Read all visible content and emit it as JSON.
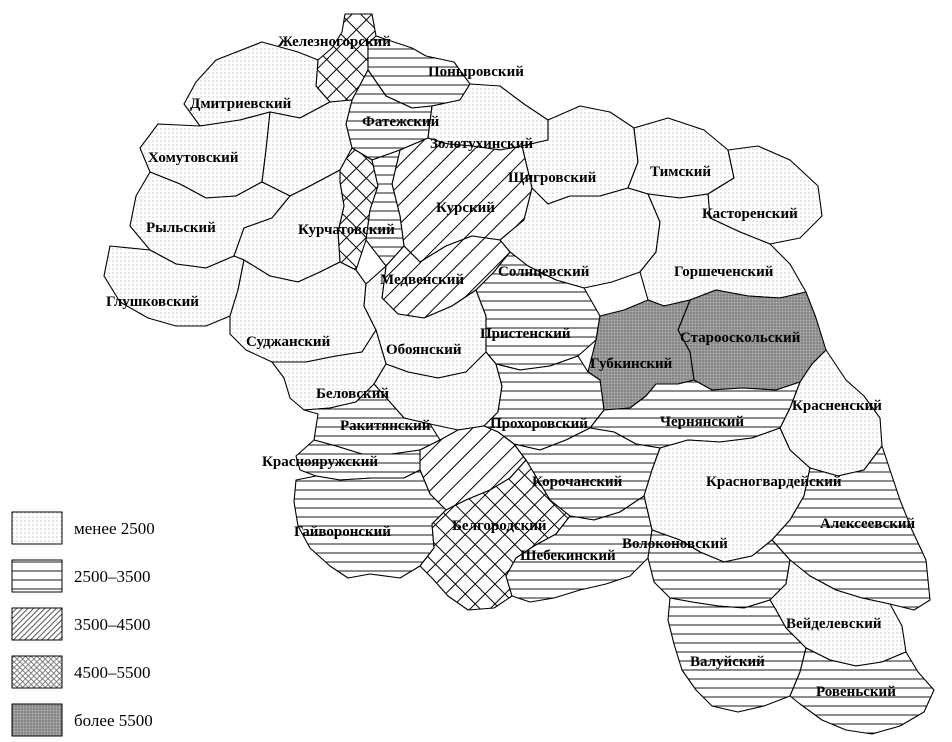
{
  "map": {
    "regions": [
      {
        "id": "zheleznogorsky",
        "name": "Железногорский",
        "category": "4500–5500"
      },
      {
        "id": "ponyrovsky",
        "name": "Поныровский",
        "category": "2500–3500"
      },
      {
        "id": "dmitrievsky",
        "name": "Дмитриевский",
        "category": "менее 2500"
      },
      {
        "id": "fatezhsky",
        "name": "Фатежский",
        "category": "2500–3500"
      },
      {
        "id": "zolotukhinsky",
        "name": "Золотухинский",
        "category": "менее 2500"
      },
      {
        "id": "khomutovsky",
        "name": "Хомутовский",
        "category": "менее 2500"
      },
      {
        "id": "timsky",
        "name": "Тимский",
        "category": "менее 2500"
      },
      {
        "id": "shchigrovsky",
        "name": "Щигровский",
        "category": "менее 2500"
      },
      {
        "id": "kursky",
        "name": "Курский",
        "category": "3500–4500"
      },
      {
        "id": "kastorensky",
        "name": "Касторенский",
        "category": "менее 2500"
      },
      {
        "id": "rylsky",
        "name": "Рыльский",
        "category": "менее 2500"
      },
      {
        "id": "kurchatovsky",
        "name": "Курчатовский",
        "category": "4500–5500"
      },
      {
        "id": "gorshechensky",
        "name": "Горшеченский",
        "category": "менее 2500"
      },
      {
        "id": "solntsevsky",
        "name": "Солнцевский",
        "category": "менее 2500"
      },
      {
        "id": "medvensky",
        "name": "Медвенский",
        "category": "3500–4500"
      },
      {
        "id": "glushkovsky",
        "name": "Глушковский",
        "category": "менее 2500"
      },
      {
        "id": "starooskolsky",
        "name": "Старооскольский",
        "category": "более 5500"
      },
      {
        "id": "pristensky",
        "name": "Пристенский",
        "category": "2500–3500"
      },
      {
        "id": "sudzhansky",
        "name": "Суджанский",
        "category": "менее 2500"
      },
      {
        "id": "oboyansky",
        "name": "Обоянский",
        "category": "менее 2500"
      },
      {
        "id": "gubkinsky",
        "name": "Губкинский",
        "category": "более 5500"
      },
      {
        "id": "belovsky",
        "name": "Беловский",
        "category": "менее 2500"
      },
      {
        "id": "krasnensky",
        "name": "Красненский",
        "category": "менее 2500"
      },
      {
        "id": "rakityansky",
        "name": "Ракитянский",
        "category": "2500–3500"
      },
      {
        "id": "prokhorovsky",
        "name": "Прохоровский",
        "category": "2500–3500"
      },
      {
        "id": "chernyansky",
        "name": "Чернянский",
        "category": "2500–3500"
      },
      {
        "id": "krasnoyaruzhsky",
        "name": "Краснояружский",
        "category": "2500–3500"
      },
      {
        "id": "korochansky",
        "name": "Корочанский",
        "category": "2500–3500"
      },
      {
        "id": "krasnogvardeysky",
        "name": "Красногвардейский",
        "category": "менее 2500"
      },
      {
        "id": "alekseevsky",
        "name": "Алексеевский",
        "category": "2500–3500"
      },
      {
        "id": "gayvoronsky",
        "name": "Гайворонский",
        "category": "2500–3500"
      },
      {
        "id": "belgorodsky",
        "name": "Белгородский",
        "category": "4500–5500"
      },
      {
        "id": "volokonovsky",
        "name": "Волоконовский",
        "category": "2500–3500"
      },
      {
        "id": "shebekinsky",
        "name": "Шебекинский",
        "category": "2500–3500"
      },
      {
        "id": "veydelevsky",
        "name": "Вейделевский",
        "category": "менее 2500"
      },
      {
        "id": "valuysky",
        "name": "Валуйский",
        "category": "2500–3500"
      },
      {
        "id": "rovensky",
        "name": "Ровеньский",
        "category": "2500–3500"
      }
    ]
  },
  "legend": {
    "items": [
      {
        "label": "менее 2500",
        "pattern": "dots"
      },
      {
        "label": "2500–3500",
        "pattern": "horizontal-lines"
      },
      {
        "label": "3500–4500",
        "pattern": "diagonal-lines"
      },
      {
        "label": "4500–5500",
        "pattern": "crosshatch"
      },
      {
        "label": "более 5500",
        "pattern": "dense-gray"
      }
    ]
  },
  "colors": {
    "stroke": "#000000",
    "background": "#ffffff",
    "dense_fill": "#999999",
    "dot": "#8a8a8a"
  }
}
